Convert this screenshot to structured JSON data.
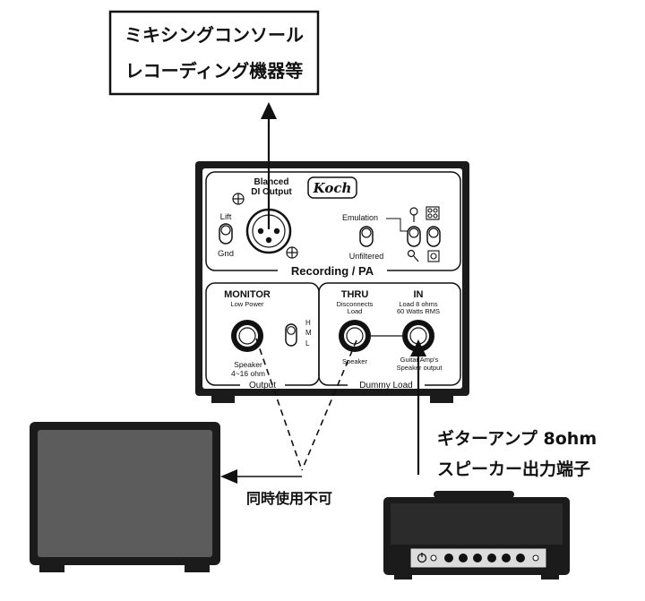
{
  "top_box": {
    "line1": "ミキシングコンソール",
    "line2": "レコーディング機器等"
  },
  "device": {
    "brand": "Koch",
    "top_panel": {
      "di_label_line1": "Blanced",
      "di_label_line2": "DI Output",
      "lift_label": "Lift",
      "gnd_label": "Gnd",
      "emulation_label": "Emulation",
      "unfiltered_label": "Unfiltered",
      "section_title": "Recording / PA"
    },
    "monitor": {
      "title": "MONITOR",
      "subtitle": "Low Power",
      "switch_labels": [
        "H",
        "M",
        "L"
      ],
      "jack_line1": "Speaker",
      "jack_line2": "4~16 ohm",
      "section_title": "Output"
    },
    "dummy_load": {
      "thru_title": "THRU",
      "thru_sub1": "Disconnects",
      "thru_sub2": "Load",
      "thru_jack": "Speaker",
      "in_title": "IN",
      "in_sub1": "Load 8 ohms",
      "in_sub2": "60 Watts RMS",
      "in_jack1": "Guitar Amp's",
      "in_jack2": "Speaker output",
      "section_title": "Dummy Load"
    }
  },
  "amp_label": {
    "line1": "ギターアンプ 8ohm",
    "line2": "スピーカー出力端子"
  },
  "note": "同時使用不可"
}
